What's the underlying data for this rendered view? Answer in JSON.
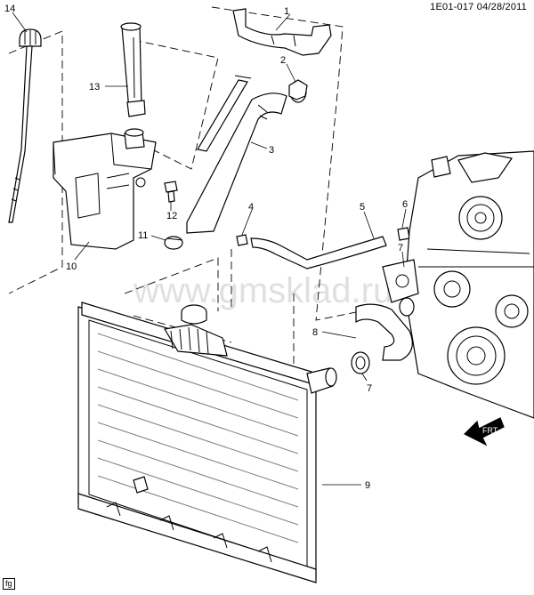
{
  "header": {
    "diagram_id": "1E01-017",
    "date": "04/28/2011"
  },
  "footer": {
    "tag": "fg"
  },
  "watermark": "www.gmsklad.ru",
  "direction_arrow": {
    "label": "FRT"
  },
  "callouts": [
    {
      "id": "c1",
      "label": "1"
    },
    {
      "id": "c2",
      "label": "2"
    },
    {
      "id": "c3",
      "label": "3"
    },
    {
      "id": "c4",
      "label": "4"
    },
    {
      "id": "c5",
      "label": "5"
    },
    {
      "id": "c6",
      "label": "6"
    },
    {
      "id": "c7a",
      "label": "7"
    },
    {
      "id": "c7b",
      "label": "7"
    },
    {
      "id": "c8",
      "label": "8"
    },
    {
      "id": "c9",
      "label": "9"
    },
    {
      "id": "c10",
      "label": "10"
    },
    {
      "id": "c11",
      "label": "11"
    },
    {
      "id": "c12",
      "label": "12"
    },
    {
      "id": "c13",
      "label": "13"
    },
    {
      "id": "c14",
      "label": "14"
    }
  ]
}
